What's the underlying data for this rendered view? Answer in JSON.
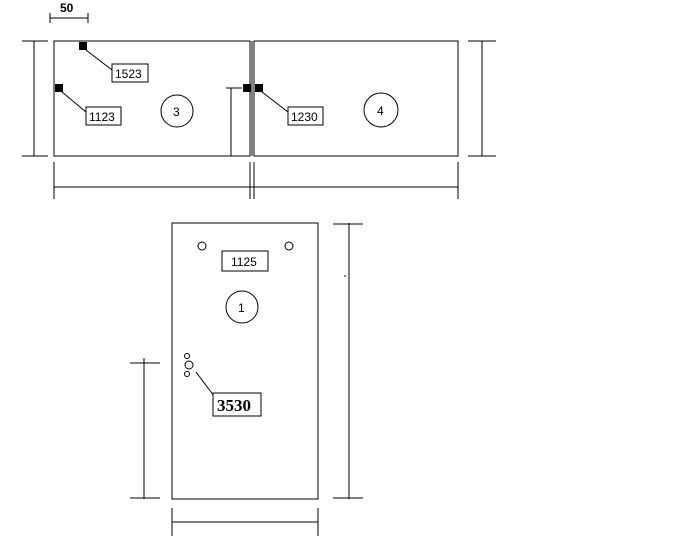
{
  "dimension_top": "50",
  "panel_3": {
    "number": "3",
    "labels": [
      "1523",
      "1123"
    ]
  },
  "panel_4": {
    "number": "4",
    "labels": [
      "1230"
    ]
  },
  "panel_1": {
    "number": "1",
    "labels": [
      "1125",
      "3530"
    ]
  },
  "colors": {
    "line": "#000000",
    "background": "#ffffff"
  }
}
